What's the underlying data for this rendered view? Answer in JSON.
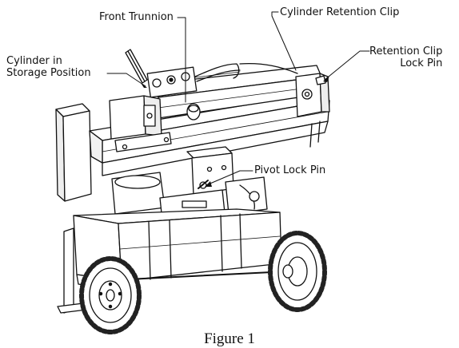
{
  "labels": {
    "front_trunnion": "Front Trunnion",
    "cylinder_retention_clip": "Cylinder Retention Clip",
    "cylinder_storage": [
      "Cylinder in",
      "Storage Position"
    ],
    "retention_clip_lock_pin": [
      "Retention Clip",
      "Lock Pin"
    ],
    "pivot_lock_pin": "Pivot Lock Pin"
  },
  "caption": "Figure 1",
  "colors": {
    "line": "#111111",
    "paper": "#ffffff",
    "tire": "#222222"
  }
}
